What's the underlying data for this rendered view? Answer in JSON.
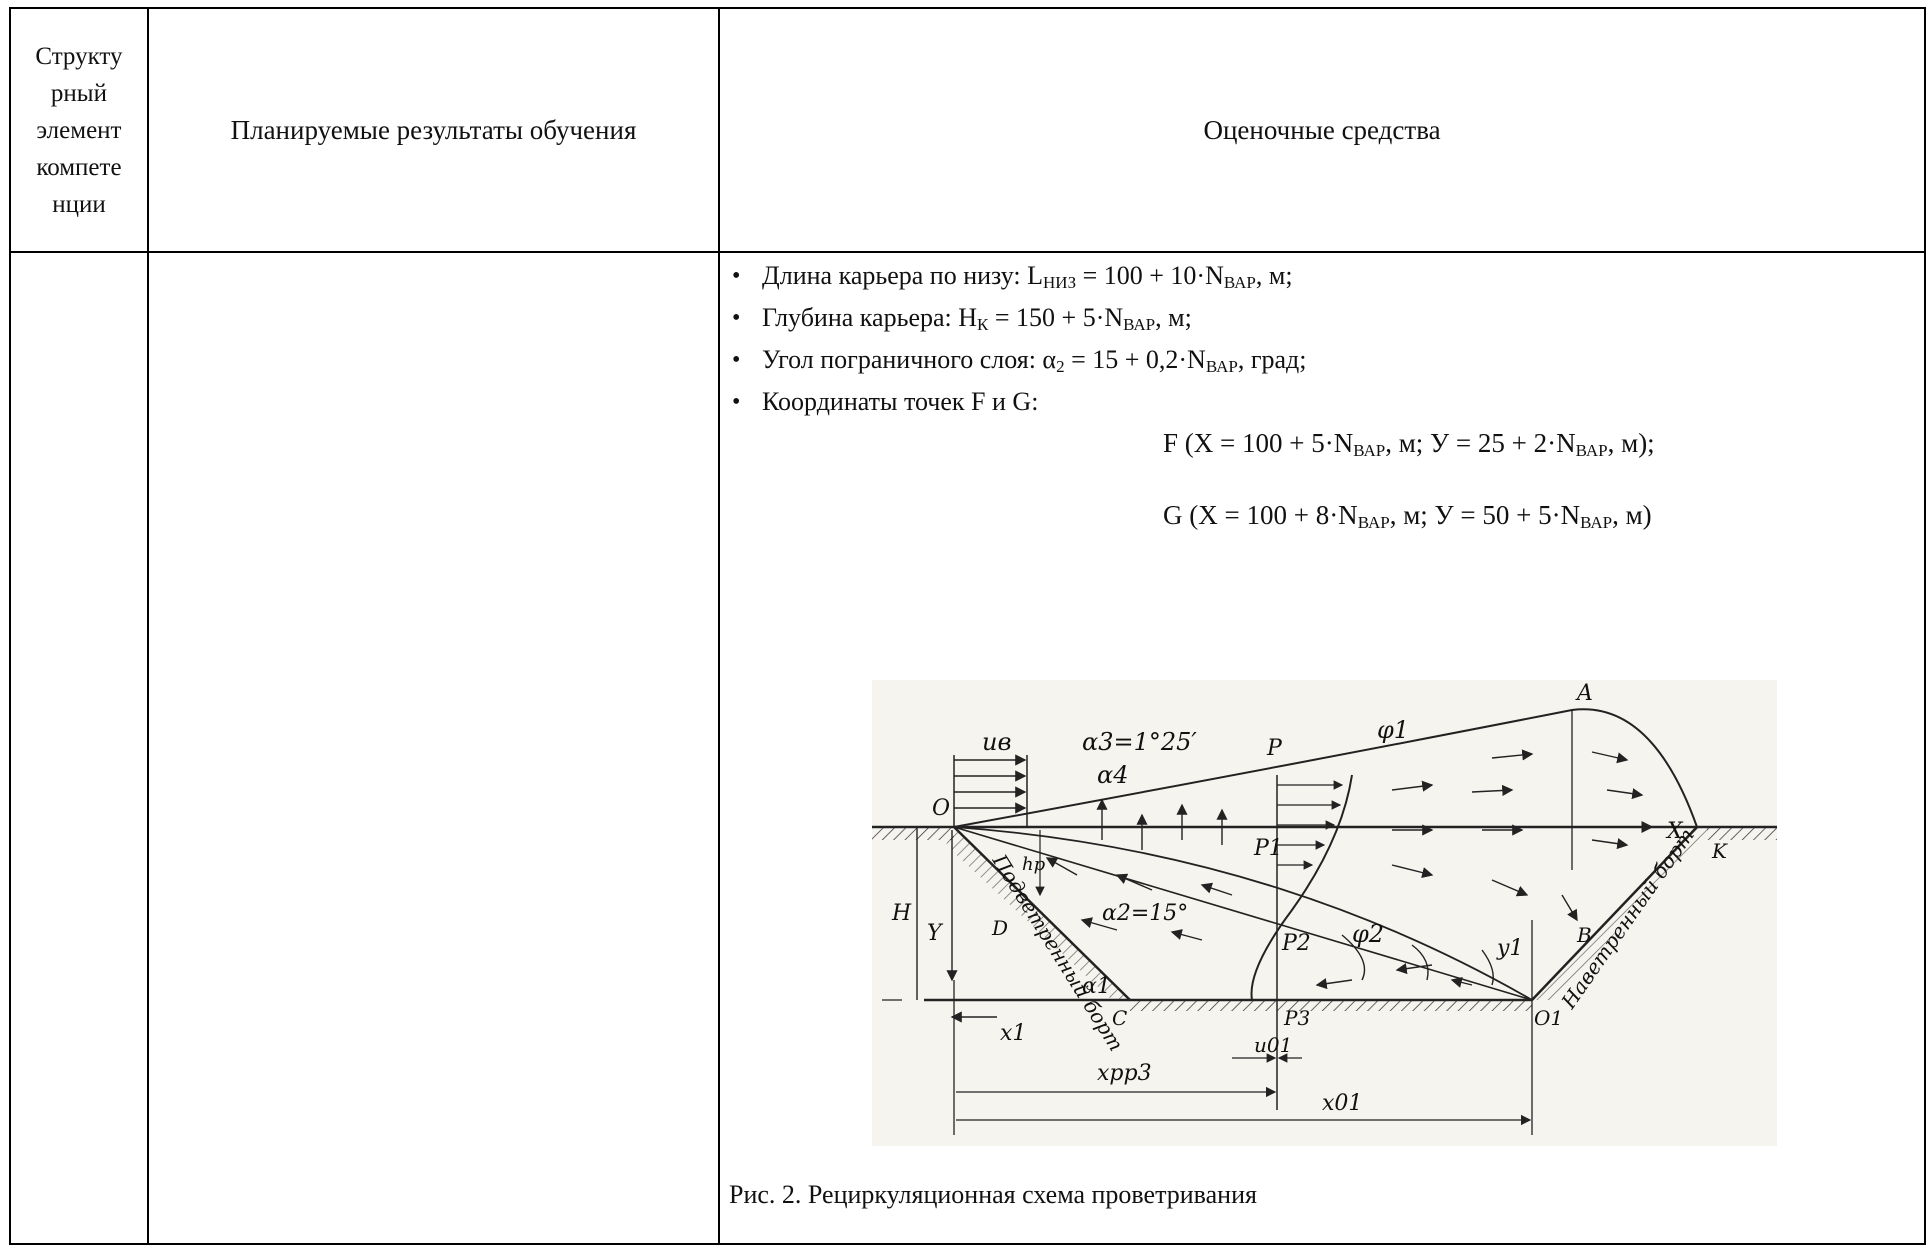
{
  "header": {
    "col1": "Структу рный элемент компете нции",
    "col1_lines": [
      "Структу",
      "рный",
      "элемент",
      "компете",
      "нции"
    ],
    "col2": "Планируемые результаты обучения",
    "col3": "Оценочные средства"
  },
  "bullets": {
    "b1": {
      "prefix": "Длина карьера по низу: L",
      "sub1": "НИЗ",
      "mid": " = 100 + 10·N",
      "sub2": "ВАР",
      "suffix": ", м;"
    },
    "b2": {
      "prefix": "Глубина карьера: H",
      "sub1": "К",
      "mid": " = 150 + 5·N",
      "sub2": "ВАР",
      "suffix": ", м;"
    },
    "b3": {
      "prefix": "Угол пограничного слоя: α",
      "sub1": "2",
      "mid": " = 15 + 0,2·N",
      "sub2": "ВАР",
      "suffix": ", град;"
    },
    "b4": {
      "text": "Координаты точек F и G:"
    }
  },
  "coords": {
    "F": {
      "a": "F (X = 100 + 5·N",
      "s1": "ВАР",
      "b": ", м; У = 25 + 2·N",
      "s2": "ВАР",
      "c": ", м);"
    },
    "G": {
      "a": "G (X = 100 + 8·N",
      "s1": "ВАР",
      "b": ", м; У = 50 + 5·N",
      "s2": "ВАР",
      "c": ", м)"
    }
  },
  "figure": {
    "labels": {
      "A": "A",
      "O": "O",
      "P": "P",
      "P1": "P1",
      "P2": "P2",
      "P3": "P3",
      "X": "X",
      "K": "K",
      "H": "H",
      "Y": "Y",
      "D": "D",
      "C": "C",
      "B": "B",
      "O1": "O1",
      "x1": "x1",
      "y1": "y1",
      "uv": "uв",
      "u01": "u01",
      "phi1": "φ1",
      "phi2": "φ2",
      "alpha1": "α1",
      "alpha2": "α2=15°",
      "alpha3": "α3=1°25′",
      "alpha4": "α4",
      "hp": "hр",
      "xpp3": "xpp3",
      "x01": "x01",
      "leeward": "Подветренный борт",
      "windward": "Наветренный борт"
    }
  },
  "caption": "Рис. 2. Рециркуляционная схема проветривания"
}
